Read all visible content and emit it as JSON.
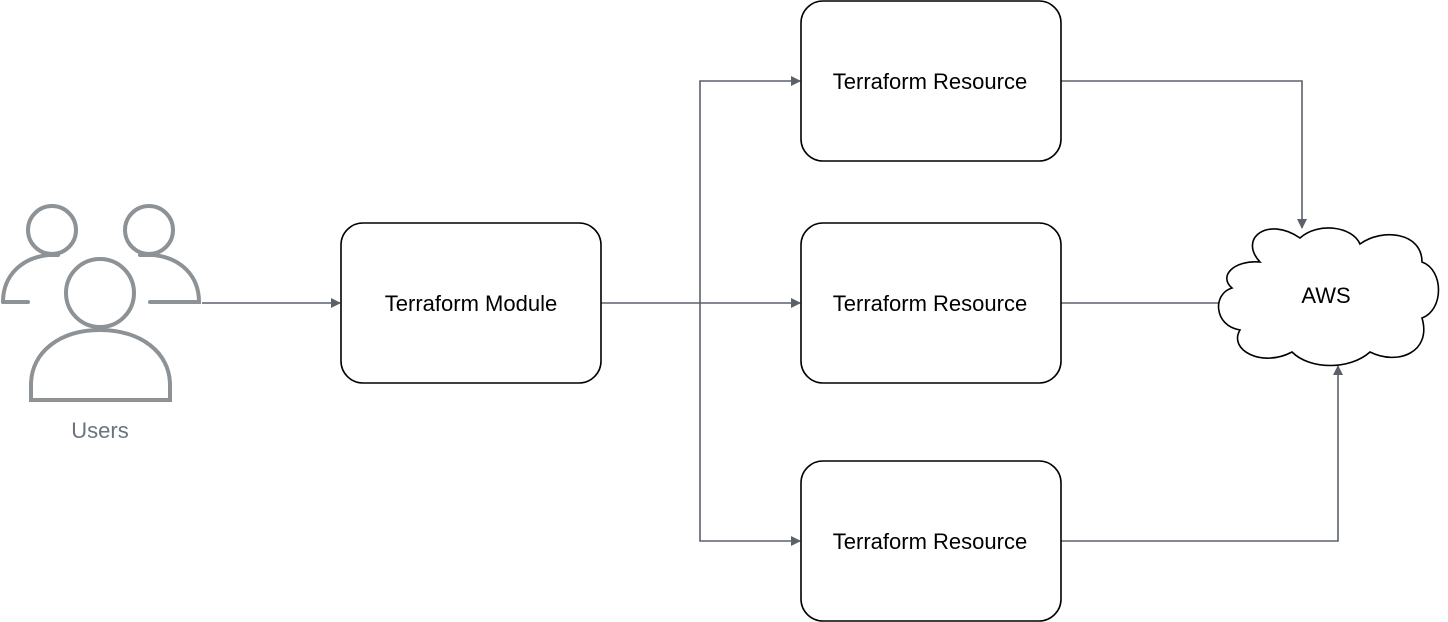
{
  "users": {
    "label": "Users"
  },
  "module": {
    "label": "Terraform Module"
  },
  "resources": [
    {
      "label": "Terraform Resource"
    },
    {
      "label": "Terraform Resource"
    },
    {
      "label": "Terraform Resource"
    }
  ],
  "cloud": {
    "label": "AWS"
  },
  "colors": {
    "stroke": "#000000",
    "connector": "#5b616b",
    "icon": "#8d9297",
    "users_text": "#6b7380"
  },
  "icons": {
    "users": "users-group-icon",
    "cloud": "cloud-shape"
  }
}
